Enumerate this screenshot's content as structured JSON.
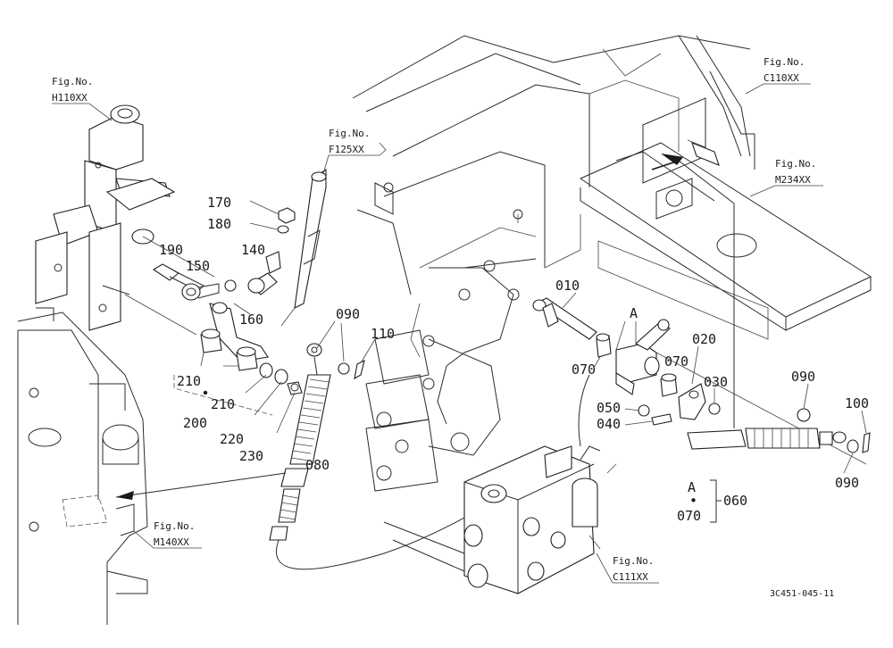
{
  "figure_refs": {
    "h110": {
      "prefix": "Fig.No.",
      "code": "H110XX"
    },
    "f125": {
      "prefix": "Fig.No.",
      "code": "F125XX"
    },
    "c110": {
      "prefix": "Fig.No.",
      "code": "C110XX"
    },
    "m234": {
      "prefix": "Fig.No.",
      "code": "M234XX"
    },
    "m140": {
      "prefix": "Fig.No.",
      "code": "M140XX"
    },
    "c111": {
      "prefix": "Fig.No.",
      "code": "C111XX"
    }
  },
  "part_labels": {
    "p170": "170",
    "p180": "180",
    "p190": "190",
    "p150": "150",
    "p140": "140",
    "p160": "160",
    "p210a": "210",
    "p210b": "210",
    "p200": "200",
    "p220": "220",
    "p230": "230",
    "p090a": "090",
    "p110": "110",
    "p080": "080",
    "p010": "010",
    "pA": "A",
    "p070a": "070",
    "p070b": "070",
    "p020": "020",
    "p030": "030",
    "p050": "050",
    "p040": "040",
    "p090b": "090",
    "p100": "100",
    "p090c": "090"
  },
  "callout": {
    "letter": "A",
    "dot": "•",
    "part": "070",
    "ref": "060"
  },
  "catalog_number": "3C451-045-11"
}
